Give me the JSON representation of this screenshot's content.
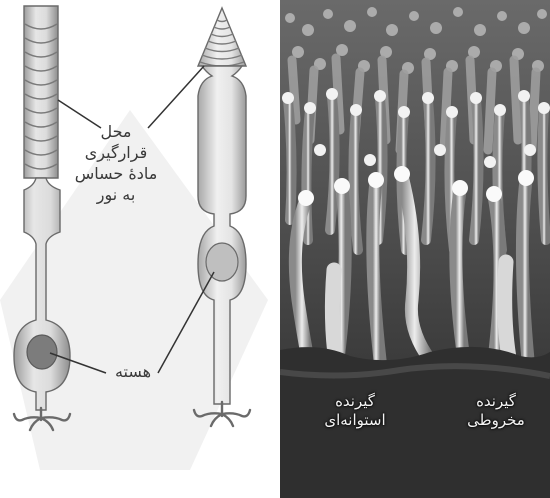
{
  "diagram": {
    "label_photoreceptor_site": "محل\nقرارگیری\nمادۀ حساس\nبه نور",
    "label_nucleus": "هسته"
  },
  "photo": {
    "label_rod": "گیرنده\nاستوانه‌ای",
    "label_cone": "گیرنده\nمخروطی"
  }
}
